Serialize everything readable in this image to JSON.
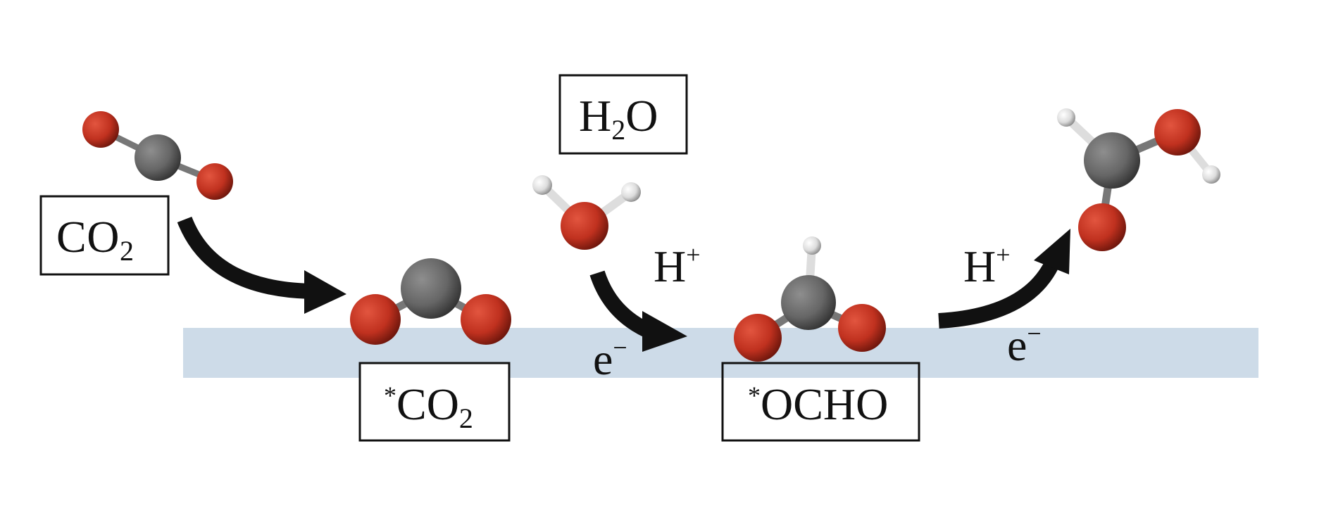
{
  "title": "CO2 electroreduction pathway to formic acid via *OCHO",
  "colors": {
    "surface": "#cddbe8",
    "oxygen": "#c0311f",
    "carbon": "#6b6b6b",
    "hydrogen": "#e8e8e8",
    "arrow": "#111111"
  },
  "labels": {
    "co2": {
      "main": "CO",
      "sub": "2"
    },
    "adsorbed_co2": {
      "star": "*",
      "main": "CO",
      "sub": "2"
    },
    "h2o": {
      "h": "H",
      "sub": "2",
      "o": "O"
    },
    "ocho": {
      "star": "*",
      "main": "OCHO"
    },
    "step2_proton": {
      "main": "H",
      "sup": "+"
    },
    "step2_electron": {
      "main": "e",
      "sup": "−"
    },
    "step3_proton": {
      "main": "H",
      "sup": "+"
    },
    "step3_electron": {
      "main": "e",
      "sup": "−"
    }
  }
}
